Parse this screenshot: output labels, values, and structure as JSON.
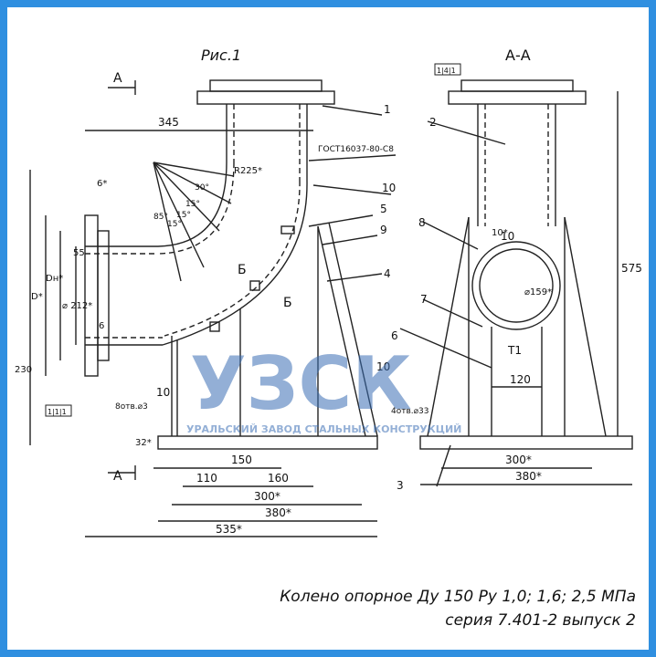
{
  "drawing": {
    "view_title_left": "Рис.1",
    "view_title_right": "А-А",
    "section_marker": "А",
    "weld_symbol": "ГОСТ16037-80-С8",
    "radius_label": "R225*",
    "angles": [
      "30°",
      "15°",
      "15°",
      "15°",
      "85°"
    ],
    "section_b": "Б",
    "part_numbers": [
      "1",
      "2",
      "3",
      "4",
      "5",
      "6",
      "7",
      "8",
      "9",
      "10",
      "10",
      "10",
      "10",
      "T1"
    ],
    "dimensions_left": {
      "d345": "345",
      "d6": "6*",
      "d55": "55",
      "dD": "D*",
      "dDn": "Dн*",
      "d212": "⌀ 212*",
      "d6b": "6",
      "d230": "230",
      "d32": "32*",
      "d4otv": "8отв.⌀3",
      "d150": "150",
      "d110": "110",
      "d160": "160",
      "d300": "300*",
      "d380": "380*",
      "d535": "535*"
    },
    "dimensions_right": {
      "d10": "10*",
      "d159": "⌀159*",
      "d120": "120",
      "d575": "575",
      "d4otv": "4отв.⌀33",
      "d300": "300*",
      "d380": "380*"
    },
    "tag_boxes": [
      "1|1|1",
      "1|4|1"
    ],
    "watermark_logo": "УЗСК",
    "watermark_sub": "УРАЛЬСКИЙ ЗАВОД СТАЛЬНЫХ КОНСТРУКЦИЙ"
  },
  "caption": {
    "line1": "Колено опорное Ду 150 Ру 1,0; 1,6; 2,5 МПа",
    "line2": "серия 7.401-2 выпуск 2"
  },
  "colors": {
    "frame_border": "#2f8fe0",
    "watermark": "#3b6fb5",
    "line": "#222222"
  }
}
